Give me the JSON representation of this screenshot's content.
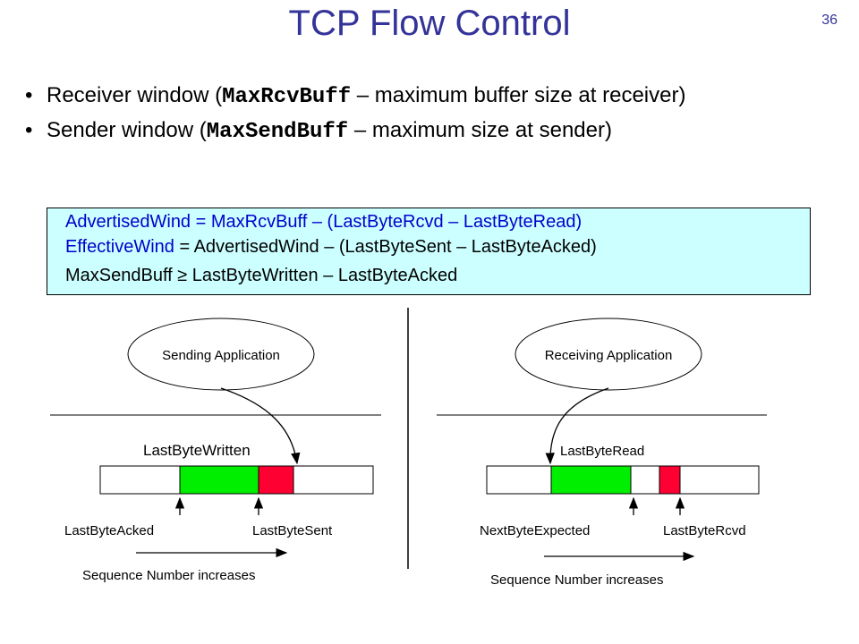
{
  "slide": {
    "title": "TCP Flow Control",
    "page_number": "36"
  },
  "bullets": [
    {
      "bullet": "•",
      "before": "Receiver window (",
      "code": "MaxRcvBuff",
      "after": " – maximum buffer size at receiver)"
    },
    {
      "bullet": "•",
      "before": "Sender window (",
      "code": "MaxSendBuff",
      "after": " – maximum size at sender)"
    }
  ],
  "equations": {
    "line1": "AdvertisedWind = MaxRcvBuff – (LastByteRcvd – LastByteRead)",
    "line2_lhs": "EffectiveWind",
    "line2_rhs": " = AdvertisedWind – (LastByteSent – LastByteAcked)",
    "line3": "MaxSendBuff ≥ LastByteWritten – LastByteAcked"
  },
  "sender": {
    "app_label": "Sending Application",
    "pointer_label": "LastByteWritten",
    "acked_label": "LastByteAcked",
    "sent_label": "LastByteSent",
    "sequence_label": "Sequence Number increases"
  },
  "receiver": {
    "app_label": "Receiving Application",
    "pointer_label": "LastByteRead",
    "expected_label": "NextByteExpected",
    "rcvd_label": "LastByteRcvd",
    "sequence_label": "Sequence Number increases"
  },
  "colors": {
    "title": "#333399",
    "equation_box": "#ccffff",
    "equation_text": "#0000cc",
    "green_segment": "#00ee00",
    "red_segment": "#ff0033"
  }
}
